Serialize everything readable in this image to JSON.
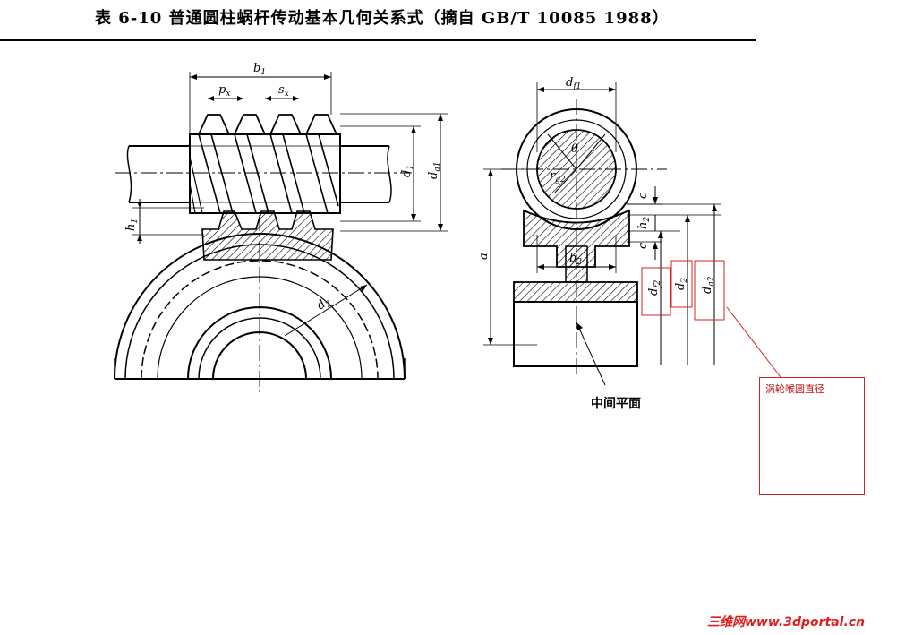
{
  "title": "表 6-10   普通圆柱蜗杆传动基本几何关系式（摘自 GB/T 10085   1988）",
  "labels": {
    "b1": [
      "b",
      "1"
    ],
    "px": [
      "p",
      "x"
    ],
    "sx": [
      "s",
      "x"
    ],
    "d1": [
      "d",
      "1"
    ],
    "da1": [
      "d",
      "a1"
    ],
    "h1": [
      "h",
      "1"
    ],
    "d2_left": [
      "d",
      "2"
    ],
    "df1": [
      "d",
      "f1"
    ],
    "theta": "θ",
    "rg2": [
      "r",
      "g2"
    ],
    "a": "a",
    "c_top": "c",
    "h2": [
      "h",
      "2"
    ],
    "c_bottom": "c",
    "b2": [
      "b",
      "2"
    ],
    "df2": [
      "d",
      "f2"
    ],
    "d2_right": [
      "d",
      "2"
    ],
    "da2": [
      "d",
      "a2"
    ],
    "mid_plane": "中间平面"
  },
  "annotation": {
    "text": "涡轮喉圆直径",
    "color": "#d32020"
  },
  "watermark": "三维网www.3dportal.cn"
}
